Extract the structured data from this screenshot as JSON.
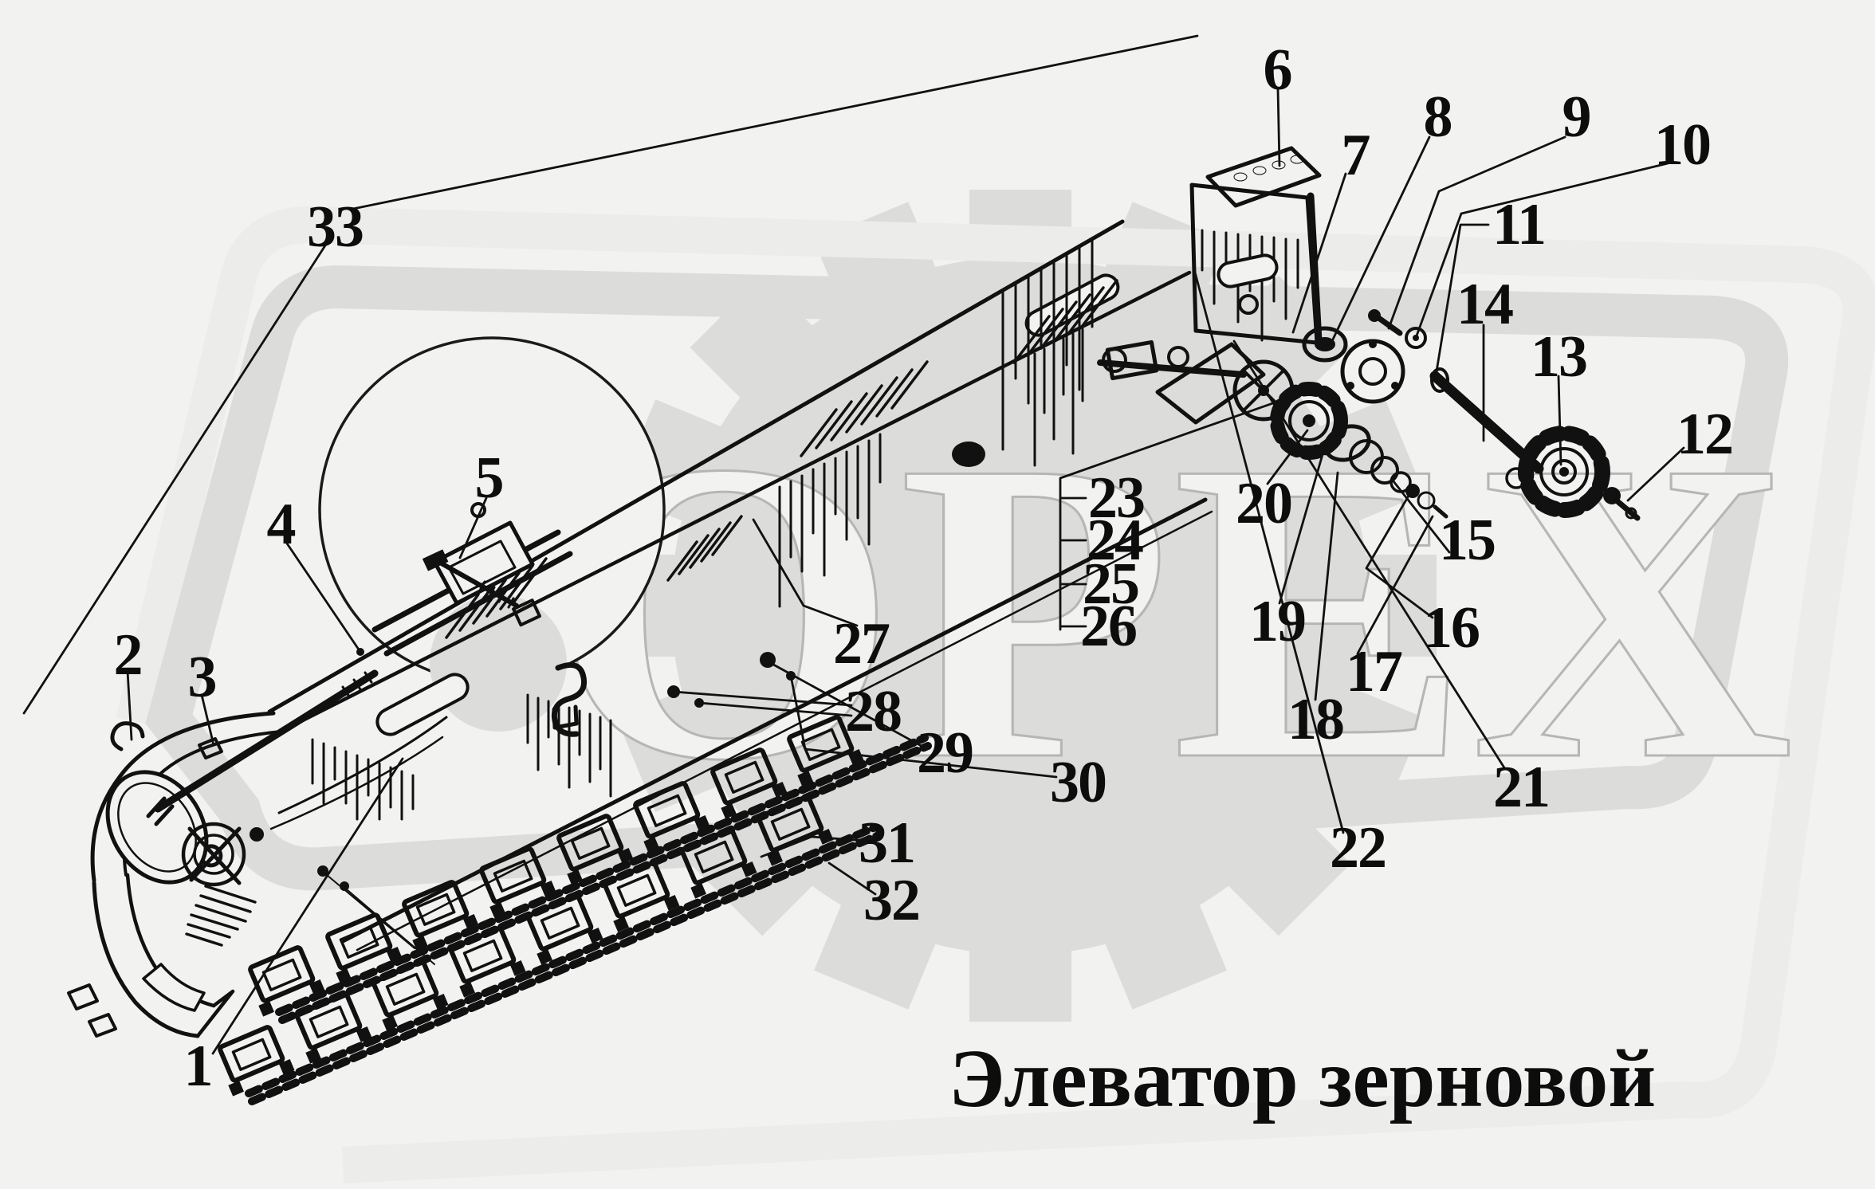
{
  "title": "Элеватор зерновой",
  "watermark": {
    "text": "ОРЕХ"
  },
  "colors": {
    "background": "#f2f2f0",
    "ink": "#111111",
    "watermark_gray": "#dcdcda",
    "watermark_light": "#ececea"
  },
  "callouts": [
    "1",
    "2",
    "3",
    "4",
    "5",
    "6",
    "7",
    "8",
    "9",
    "10",
    "11",
    "12",
    "13",
    "14",
    "15",
    "16",
    "17",
    "18",
    "19",
    "20",
    "21",
    "22",
    "23",
    "24",
    "25",
    "26",
    "27",
    "28",
    "29",
    "30",
    "31",
    "32",
    "33"
  ]
}
